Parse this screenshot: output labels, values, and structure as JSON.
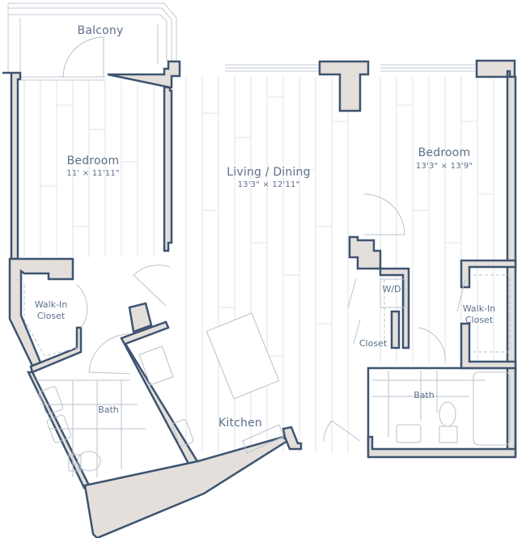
{
  "floorplan": {
    "colors": {
      "wall_fill": "#e4dfdb",
      "wall_stroke": "#3e5471",
      "line": "#b9c2ce",
      "floor_plank": "#d9dde3",
      "text": "#5d6f8a",
      "background": "#ffffff"
    },
    "rooms": [
      {
        "id": "balcony",
        "name": "Balcony",
        "dimensions": ""
      },
      {
        "id": "bedroom-1",
        "name": "Bedroom",
        "dimensions": "11' × 11'11\""
      },
      {
        "id": "living-dining",
        "name": "Living / Dining",
        "dimensions": "13'3\" × 12'11\""
      },
      {
        "id": "bedroom-2",
        "name": "Bedroom",
        "dimensions": "13'3\" × 13'9\""
      },
      {
        "id": "walk-in-closet-1",
        "name_line1": "Walk-In",
        "name_line2": "Closet"
      },
      {
        "id": "walk-in-closet-2",
        "name_line1": "Walk-In",
        "name_line2": "Closet"
      },
      {
        "id": "washer-dryer",
        "name": "W/D"
      },
      {
        "id": "closet",
        "name": "Closet"
      },
      {
        "id": "bath-1",
        "name": "Bath"
      },
      {
        "id": "bath-2",
        "name": "Bath"
      },
      {
        "id": "kitchen",
        "name": "Kitchen"
      }
    ]
  }
}
